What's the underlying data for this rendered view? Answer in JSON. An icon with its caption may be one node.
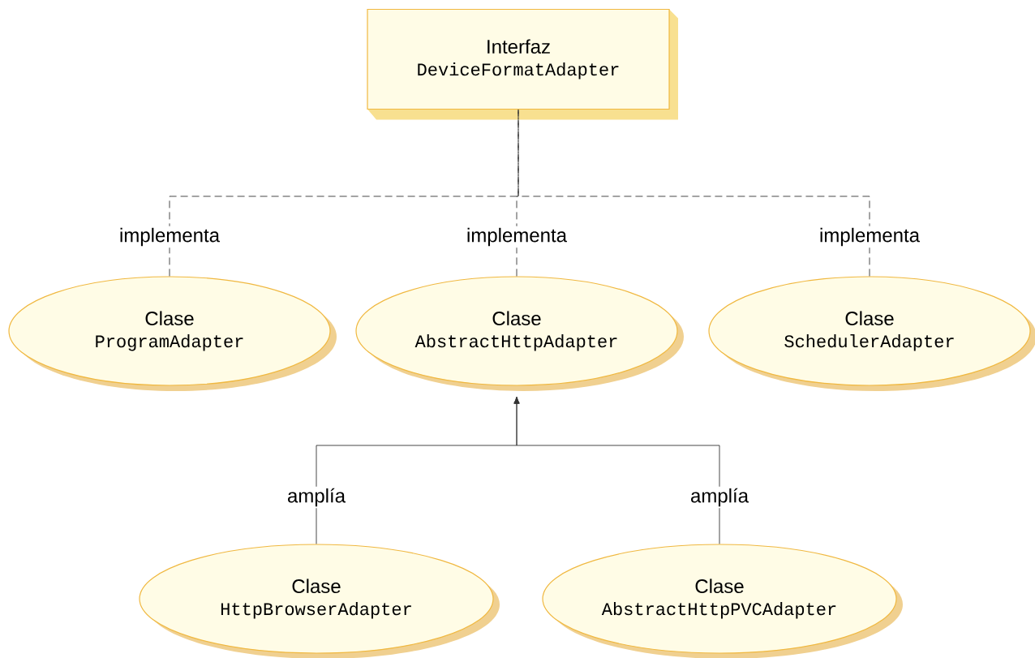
{
  "diagram": {
    "nodes": [
      {
        "text": [
          "Interfaz",
          "DeviceFormatAdapter"
        ]
      },
      {
        "text": [
          "Clase",
          "ProgramAdapter"
        ]
      },
      {
        "text": [
          "Clase",
          "AbstractHttpAdapter"
        ]
      },
      {
        "text": [
          "Clase",
          "SchedulerAdapter"
        ]
      },
      {
        "text": [
          "Clase",
          "HttpBrowserAdapter"
        ]
      },
      {
        "text": [
          "Clase",
          "AbstractHttpPVCAdapter"
        ]
      }
    ],
    "edges": [
      {
        "from": 1,
        "to": 0,
        "arrow": "none",
        "style": "dashed",
        "label": "implementa"
      },
      {
        "from": 2,
        "to": 0,
        "arrow": "none",
        "style": "dashed",
        "label": "implementa"
      },
      {
        "from": 3,
        "to": 0,
        "arrow": "none",
        "style": "dashed",
        "label": "implementa"
      },
      {
        "from": 4,
        "to": 2,
        "arrow": "to",
        "label": "amplía"
      },
      {
        "from": 5,
        "to": 2,
        "arrow": "to",
        "label": "amplía"
      }
    ]
  }
}
